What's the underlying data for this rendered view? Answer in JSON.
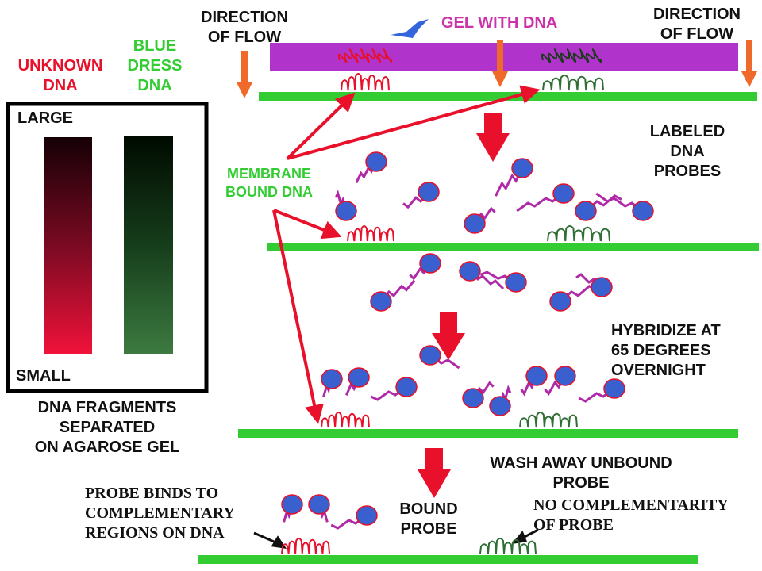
{
  "colors": {
    "membrane_green": "#33cc33",
    "gel_purple": "#b033cc",
    "arrow_red": "#e8102a",
    "flow_orange": "#ef6a2a",
    "probe_blue": "#3a5fcf",
    "probe_magenta": "#b02aa8",
    "blue_dress_gel": "#2f6e34",
    "unknown_gel": "#e8102a",
    "hint_arrow_blue": "#3366dd"
  },
  "labels": {
    "direction_of_flow_left": "DIRECTION\nOF FLOW",
    "direction_of_flow_right": "DIRECTION\nOF FLOW",
    "gel_with_dna": "GEL WITH DNA",
    "unknown_dna": "UNKNOWN\nDNA",
    "blue_dress_dna": "BLUE\nDRESS\nDNA",
    "large": "LARGE",
    "small": "SMALL",
    "dna_fragments": "DNA FRAGMENTS\nSEPARATED\nON AGAROSE GEL",
    "labeled_dna_probes": "LABELED\nDNA\nPROBES",
    "membrane_bound_dna": "MEMBRANE\nBOUND DNA",
    "hybridize": "HYBRIDIZE AT\n65 DEGREES\nOVERNIGHT",
    "wash_away": "WASH AWAY UNBOUND\nPROBE",
    "probe_binds": "PROBE BINDS TO\nCOMPLEMENTARY\nREGIONS ON DNA",
    "bound_probe": "BOUND\nPROBE",
    "no_complementarity": "NO COMPLEMENTARITY\nOF PROBE"
  },
  "icons": [
    "flow-arrow-icon",
    "curved-pointer-icon",
    "down-arrow-icon",
    "probe-icon",
    "dna-strand-icon"
  ]
}
